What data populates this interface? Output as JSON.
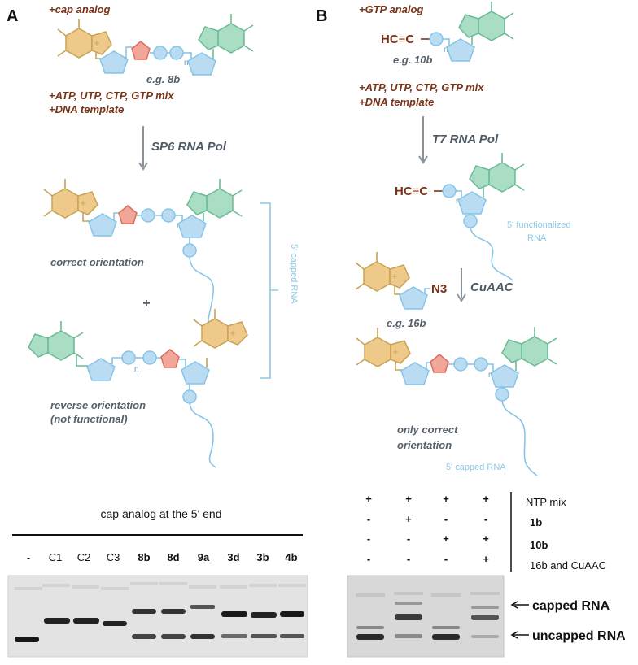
{
  "panel_a": {
    "letter": "A",
    "reagent1": "+cap analog",
    "example1": "e.g. 8b",
    "reagent2": "+ATP, UTP, CTP, GTP mix",
    "reagent3": "+DNA template",
    "polymerase": "SP6 RNA Pol",
    "n_label": "n",
    "orientation1": "correct orientation",
    "plus": "+",
    "orientation2_line1": "reverse orientation",
    "orientation2_line2": "(not functional)",
    "bracket_label": "5' capped RNA",
    "gel_title": "cap analog at the 5' end",
    "lanes": [
      "-",
      "C1",
      "C2",
      "C3",
      "8b",
      "8d",
      "9a",
      "3d",
      "3b",
      "4b"
    ]
  },
  "panel_b": {
    "letter": "B",
    "reagent1": "+GTP analog",
    "alkyne": "HC≡C",
    "example1": "e.g. 10b",
    "reagent2": "+ATP, UTP, CTP, GTP mix",
    "reagent3": "+DNA template",
    "polymerase": "T7 RNA Pol",
    "functionalized_line1": "5' functionalized",
    "functionalized_line2": "RNA",
    "azide": "N3",
    "click": "CuAAC",
    "example2": "e.g. 16b",
    "orientation_line1": "only correct",
    "orientation_line2": "orientation",
    "capped": "5' capped RNA",
    "table_rows": [
      {
        "label": "NTP mix",
        "cells": [
          "+",
          "+",
          "+",
          "+"
        ]
      },
      {
        "label": "1b",
        "cells": [
          "-",
          "+",
          "-",
          "-"
        ]
      },
      {
        "label": "10b",
        "cells": [
          "-",
          "-",
          "+",
          "+"
        ]
      },
      {
        "label": "16b and CuAAC",
        "cells": [
          "-",
          "-",
          "-",
          "+"
        ]
      }
    ],
    "band_capped": "capped RNA",
    "band_uncapped": "uncapped RNA"
  }
}
